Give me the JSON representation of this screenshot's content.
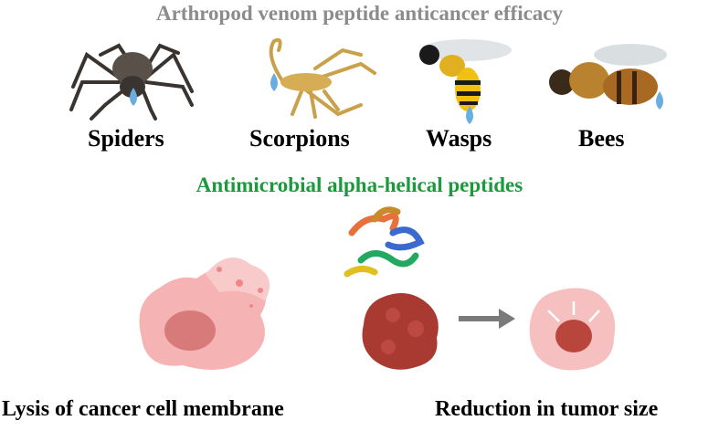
{
  "title": "Arthropod venom peptide anticancer efficacy",
  "animals": [
    "Spiders",
    "Scorpions",
    "Wasps",
    "Bees"
  ],
  "subtitle": "Antimicrobial alpha-helical peptides",
  "outcomes": [
    "Lysis of cancer cell membrane",
    "Reduction in tumor size"
  ],
  "colors": {
    "title": "#8c8c8c",
    "subtitle": "#1a9a3c",
    "venom_drop": "#6aaee0",
    "tumor": "#a83a32",
    "cell": "#f3a3a3"
  }
}
